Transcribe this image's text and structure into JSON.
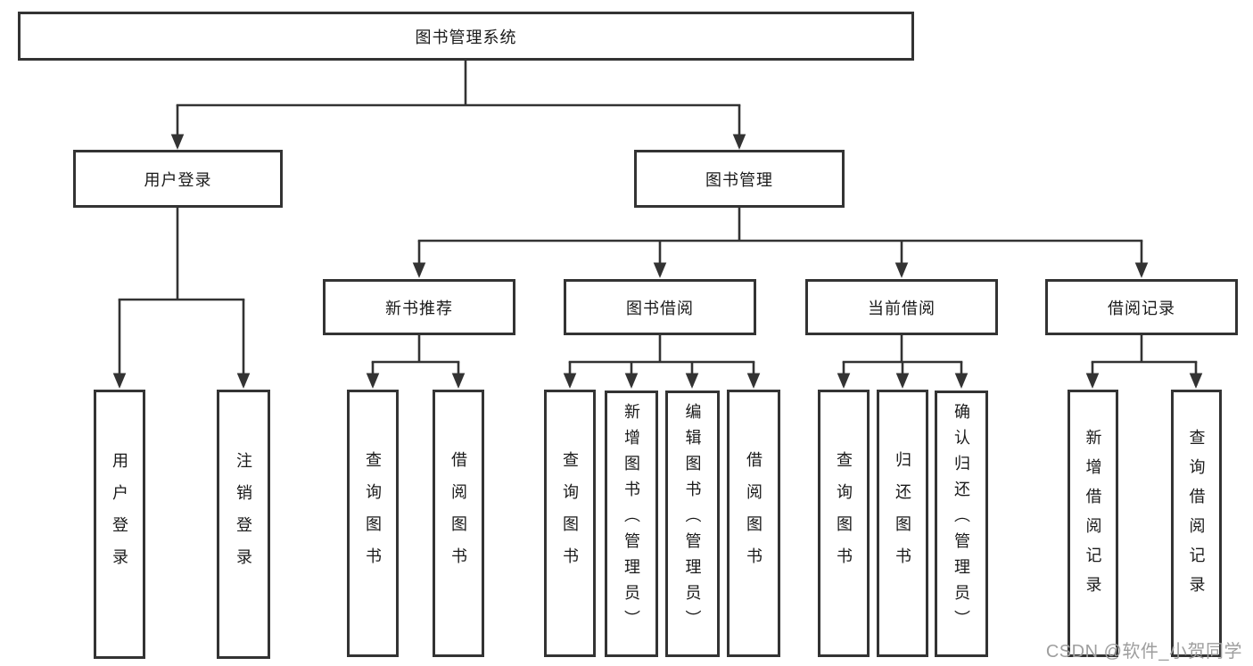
{
  "diagram": {
    "root": {
      "label": "图书管理系统"
    },
    "branches": [
      {
        "label": "用户登录",
        "children": [
          {
            "label": "用户登录"
          },
          {
            "label": "注销登录"
          }
        ]
      },
      {
        "label": "图书管理",
        "groups": [
          {
            "label": "新书推荐",
            "children": [
              {
                "label": "查询图书"
              },
              {
                "label": "借阅图书"
              }
            ]
          },
          {
            "label": "图书借阅",
            "children": [
              {
                "label": "查询图书"
              },
              {
                "label": "新增图书（管理员）"
              },
              {
                "label": "编辑图书（管理员）"
              },
              {
                "label": "借阅图书"
              }
            ]
          },
          {
            "label": "当前借阅",
            "children": [
              {
                "label": "查询图书"
              },
              {
                "label": "归还图书"
              },
              {
                "label": "确认归还（管理员）"
              }
            ]
          },
          {
            "label": "借阅记录",
            "children": [
              {
                "label": "新增借阅记录"
              },
              {
                "label": "查询借阅记录"
              }
            ]
          }
        ]
      }
    ]
  },
  "watermark": "CSDN @软件_小贺同学",
  "colors": {
    "box_border": "#333333",
    "connector": "#333333",
    "text": "#1a1a1a",
    "watermark": "#9e9e9e",
    "background": "#ffffff"
  }
}
